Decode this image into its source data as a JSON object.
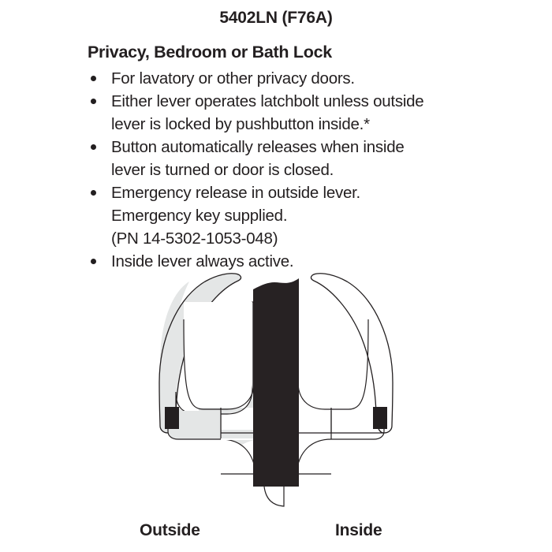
{
  "document": {
    "model_title": "5402LN (F76A)",
    "lock_heading": "Privacy, Bedroom or Bath Lock",
    "features": [
      {
        "bullet": "•",
        "lines": [
          "For lavatory or other privacy doors."
        ]
      },
      {
        "bullet": "•",
        "lines": [
          "Either lever operates latchbolt unless outside",
          "lever is locked by pushbutton inside.*"
        ]
      },
      {
        "bullet": "•",
        "lines": [
          "Button automatically releases when inside",
          "lever is turned or door is closed."
        ]
      },
      {
        "bullet": "•",
        "lines": [
          "Emergency release in outside lever.",
          "Emergency key supplied.",
          "(PN 14-5302-1053-048)"
        ]
      },
      {
        "bullet": "•",
        "lines": [
          "Inside lever always active."
        ]
      }
    ],
    "illustration": {
      "name": "lever-lock-cross-section-diagram",
      "outside_label": "Outside",
      "inside_label": "Inside",
      "colors": {
        "door_panel": "#272223",
        "outside_lever_fill": "#e4e6e6",
        "inside_lever_fill": "#ffffff",
        "outline": "#231f20",
        "bolt_block": "#231f20",
        "background": "#ffffff"
      }
    }
  }
}
